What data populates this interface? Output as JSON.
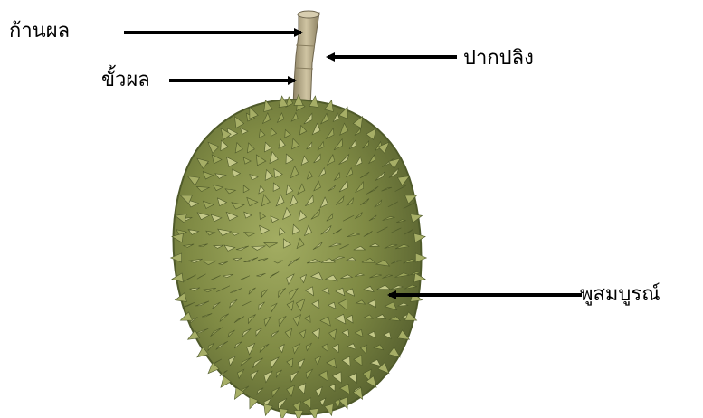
{
  "labels": {
    "fruit_stalk": "ก้านผล",
    "fruit_peduncle": "ขั้วผล",
    "stalk_tip": "ปากปลิง",
    "full_lobe": "พูสมบูรณ์"
  },
  "colors": {
    "arrow": "#000000",
    "husk_light": "#a9b46a",
    "husk_mid": "#7f8a44",
    "husk_dark": "#5a6430",
    "stem": "#b9ad8c"
  }
}
